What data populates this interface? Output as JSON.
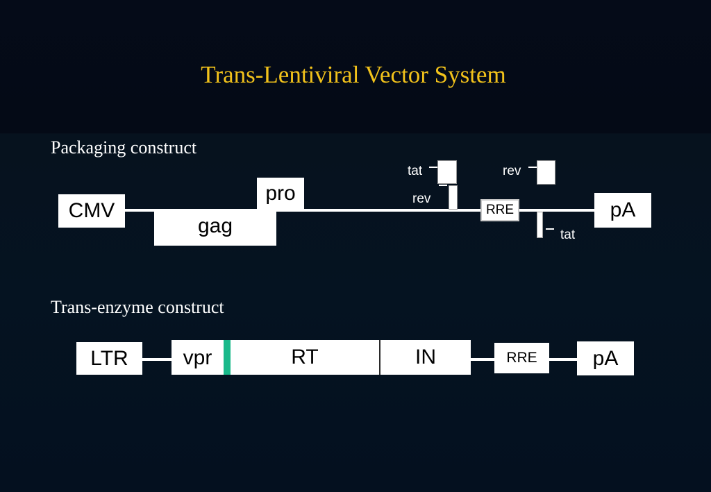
{
  "title": "Trans-Lentiviral Vector System",
  "packaging": {
    "label": "Packaging construct",
    "cmv": "CMV",
    "gag": "gag",
    "pro": "pro",
    "tat_top": "tat",
    "rev_top_right": "rev",
    "rev_lower": "rev",
    "rre": "RRE",
    "tat_lower": "tat",
    "pa": "pA"
  },
  "enzyme": {
    "label": "Trans-enzyme construct",
    "ltr": "LTR",
    "vpr": "vpr",
    "rt": "RT",
    "in": "IN",
    "rre": "RRE",
    "pa": "pA"
  },
  "colors": {
    "title": "#f2c21b",
    "linker": "#19b98a"
  }
}
